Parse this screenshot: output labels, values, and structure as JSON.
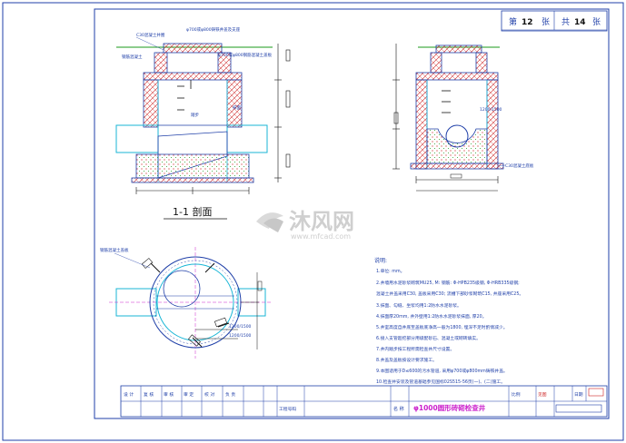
{
  "sheet": {
    "page_label": "第",
    "page_number": "12",
    "page_unit": "张",
    "total_label": "共",
    "total_number": "14",
    "total_unit": "张"
  },
  "section_view": {
    "title": "1-1 剖面",
    "callouts": [
      "C30混凝土井圈",
      "φ700或φ800铸铁井盖及支座",
      "φ700或φ800钢筋混凝土盖板",
      "钢筋混凝土",
      "踏步",
      "抹面"
    ]
  },
  "side_view": {
    "callouts": [
      "1200/1500",
      "C30混凝土底板"
    ]
  },
  "plan_view": {
    "callouts": [
      "钢筋混凝土盖板",
      "1200/1500",
      "1200/1500"
    ]
  },
  "notes": {
    "heading": "说明:",
    "items": [
      "1.单位: mm。",
      "2.井墙用水泥砂浆砌筑MU25, M: 钢筋: Φ-HPB235级钢, Φ-HRB335级钢;",
      "   混凝土井盖采用C30, 盖板采用C30; 流槽下部砂浆砌筑C15, 井座采用C25。",
      "3.抹面、勾缝、坐浆均用1:2防水水泥砂浆。",
      "4.抹面厚20mm, 井外壁用1:2防水水泥砂浆抹面, 厚20。",
      "5.井室高度自井底至盖板底净高一般为1800, 埋深不足时酌情减少。",
      "6.接入支管超挖部分用级配砂石、混凝土或砌砖填实。",
      "7.井内踏步按工程所需检查井尺寸设置。",
      "8.井盖及盖板按设计要求施工。",
      "9.本图适用于D≤600的污水管道, 采用φ700或φ800mm铸铁井盖。",
      "10.检查井安装及管道基础参见国标02S515-56页(一)、(二)施工。"
    ]
  },
  "title_block": {
    "row1": [
      "设 计",
      "复 核",
      "审 核",
      "审 定",
      "校 对",
      "负 责"
    ],
    "row2": [
      "工程号码"
    ],
    "title_prefix": "名 称",
    "title_main": "φ1000圆形砖砌检查井",
    "scale_label": "比例",
    "date_label": "日期",
    "scale_value": "见图"
  },
  "watermark": {
    "brand": "沐风网",
    "url": "www.mfcad.com"
  },
  "colors": {
    "paper": "#ffffff",
    "outline": "#1f3fa8",
    "hatch": "#cc2222",
    "green": "#1a9a1a",
    "cyan": "#19b6d6",
    "magenta": "#cc22cc",
    "black": "#111111"
  }
}
